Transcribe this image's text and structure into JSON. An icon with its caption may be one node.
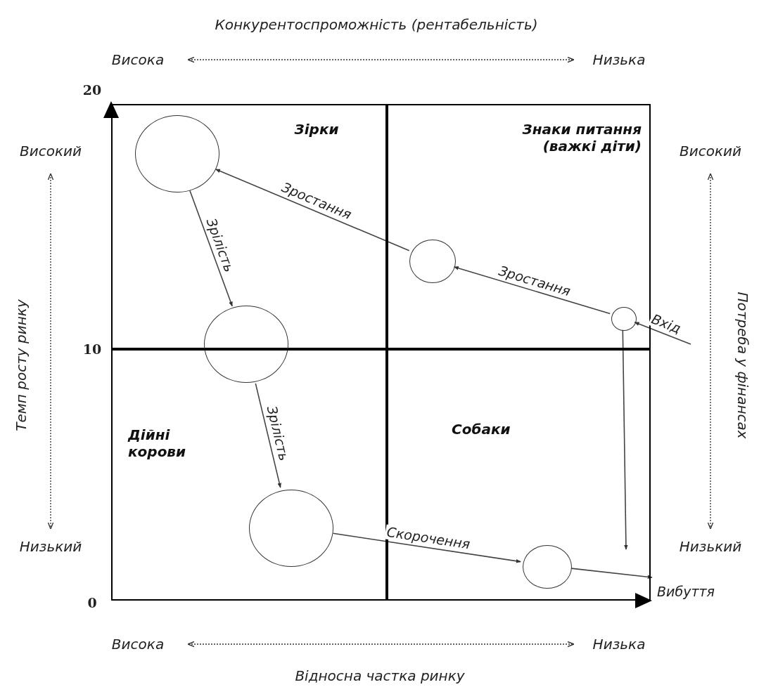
{
  "diagram": {
    "nodes": [
      {
        "text": [
          "Зірки"
        ]
      },
      {
        "text": [],
        "shape": "circle",
        "in": 0
      },
      {
        "text": [
          "Знаки питання (важкі діти)"
        ]
      },
      {
        "text": [],
        "shape": "circle",
        "in": 2
      },
      {
        "text": [],
        "shape": "circle",
        "in": 2
      },
      {
        "text": [],
        "shape": "circle"
      },
      {
        "text": [
          "Дійні корови"
        ]
      },
      {
        "text": [],
        "shape": "circle",
        "in": 6
      },
      {
        "text": [
          "Собаки"
        ]
      },
      {
        "text": [],
        "shape": "circle",
        "in": 8
      }
    ],
    "edges": [
      {
        "from": null,
        "to": 4,
        "arrow": "to",
        "label": "Вхід"
      },
      {
        "from": 4,
        "to": 3,
        "arrow": "to",
        "label": "Зростання"
      },
      {
        "from": 4,
        "to": null,
        "arrow": "to"
      },
      {
        "from": 3,
        "to": 1,
        "arrow": "to",
        "label": "Зростання"
      },
      {
        "from": 1,
        "to": 5,
        "arrow": "to",
        "label": "Зрілість"
      },
      {
        "from": 5,
        "to": 7,
        "arrow": "to",
        "label": "Зрілість"
      },
      {
        "from": 7,
        "to": 9,
        "arrow": "to",
        "label": "Скорочення"
      },
      {
        "from": 9,
        "to": null,
        "arrow": "to",
        "label": "Вибуття"
      }
    ],
    "labels": [
      "Конкурентоспроможність (рентабельність)",
      "Висока",
      "Низька",
      "20",
      "Високий",
      "Високий",
      "Темп росту ринку",
      "Потреба у фінансах",
      "10",
      "Низький",
      "Низький",
      "0",
      "Висока",
      "Низька",
      "Відносна частка ринку"
    ]
  }
}
